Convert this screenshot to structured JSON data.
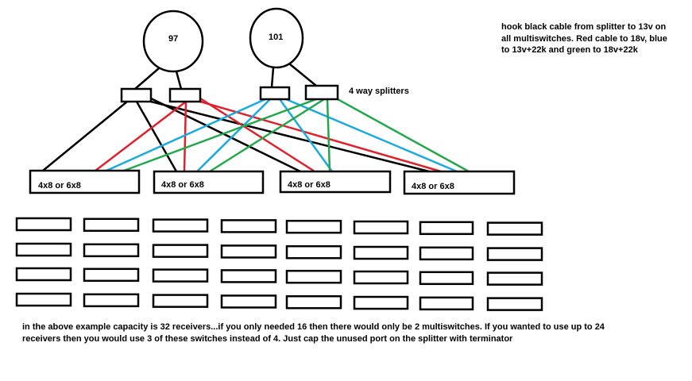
{
  "satellites": [
    {
      "label": "97"
    },
    {
      "label": "101"
    }
  ],
  "splitter_label": "4 way splitters",
  "multiswitches": [
    {
      "label": "4x8 or 6x8"
    },
    {
      "label": "4x8 or 6x8"
    },
    {
      "label": "4x8 or 6x8"
    },
    {
      "label": "4x8 or 6x8"
    }
  ],
  "receiver_count": 32,
  "note_top": "hook black cable from splitter to 13v on all multiswitches. Red cable to 18v, blue to 13v+22k and green to 18v+22k",
  "note_bottom": "in the above example capacity is 32 receivers...if you only needed 16 then there would only be 2 multiswitches. If you wanted to use up to 24 receivers then you would use 3 of these switches instead of 4. Just cap the unused port on the splitter with terminator",
  "cable_colors": {
    "black": "#000000",
    "red": "#e0202a",
    "blue": "#1aaae0",
    "green": "#22a84a"
  }
}
